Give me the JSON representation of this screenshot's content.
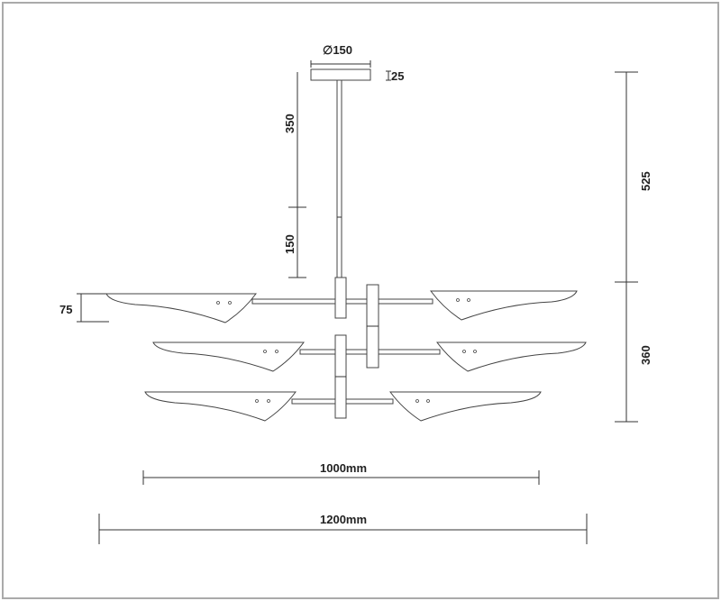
{
  "dimensions": {
    "canopy_diameter": "∅150",
    "canopy_height": "25",
    "rod_upper": "350",
    "rod_lower": "150",
    "height_top": "525",
    "height_bottom": "360",
    "blade_height": "75",
    "width_inner": "1000mm",
    "width_outer": "1200mm"
  }
}
